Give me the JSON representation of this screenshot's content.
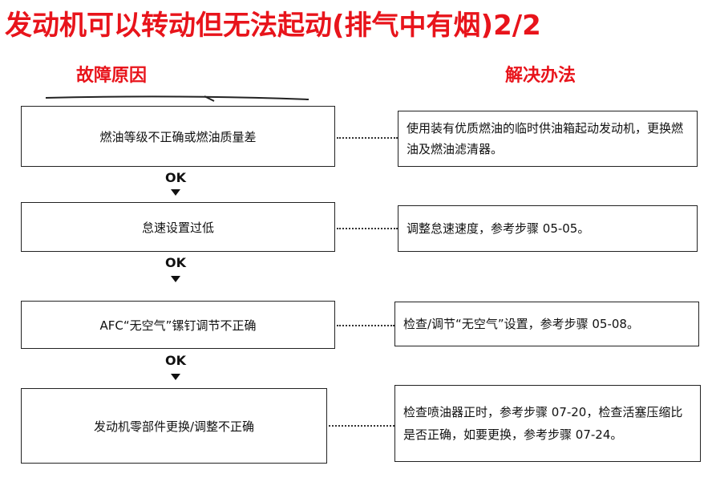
{
  "colors": {
    "title": "#e8141b",
    "heading": "#e8141b",
    "border": "#222222"
  },
  "title": "发动机可以转动但无法起动(排气中有烟)2/2",
  "headers": {
    "cause": "故障原因",
    "solution": "解决办法"
  },
  "steps": [
    {
      "cause": "燃油等级不正确或燃油质量差",
      "solution": "使用装有优质燃油的临时供油箱起动发动机，更换燃油及燃油滤清器。"
    },
    {
      "cause": "怠速设置过低",
      "solution": "调整怠速速度，参考步骤 05-05。"
    },
    {
      "cause": "AFC“无空气”镙钉调节不正确",
      "solution": "检查/调节“无空气”设置，参考步骤 05-08。"
    },
    {
      "cause": "发动机零部件更换/调整不正确",
      "solution": "检查喷油器正时，参考步骤 07-20，检查活塞压缩比是否正确，如要更换，参考步骤 07-24。"
    }
  ],
  "ok_label": "OK"
}
